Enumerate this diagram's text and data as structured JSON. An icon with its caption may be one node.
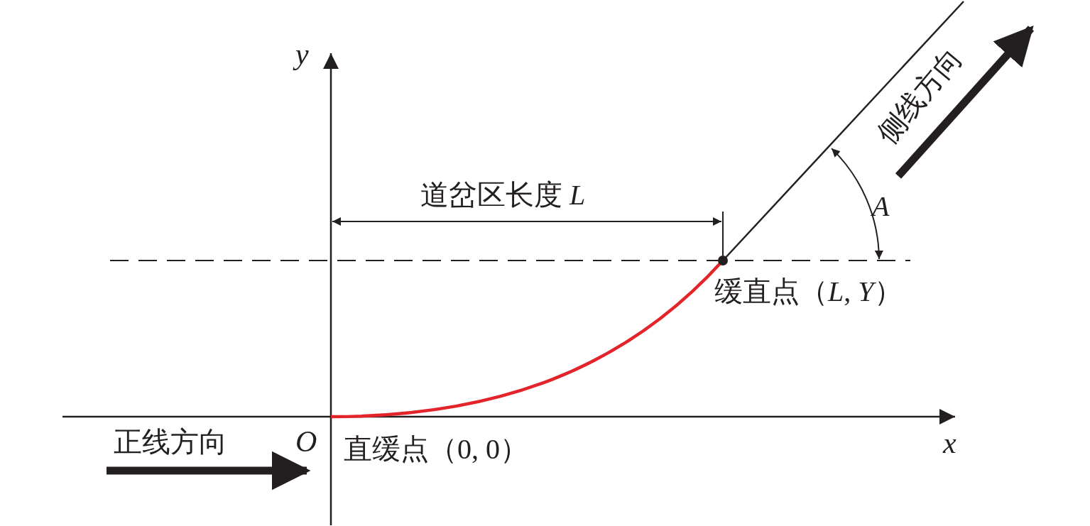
{
  "diagram": {
    "labels": [
      "y",
      "道岔区长度 *L*",
      "侧线方向",
      "*A*",
      "缓直点（*L*, *Y*）",
      "正线方向",
      "O",
      "直缓点（0, 0）",
      "x"
    ]
  }
}
